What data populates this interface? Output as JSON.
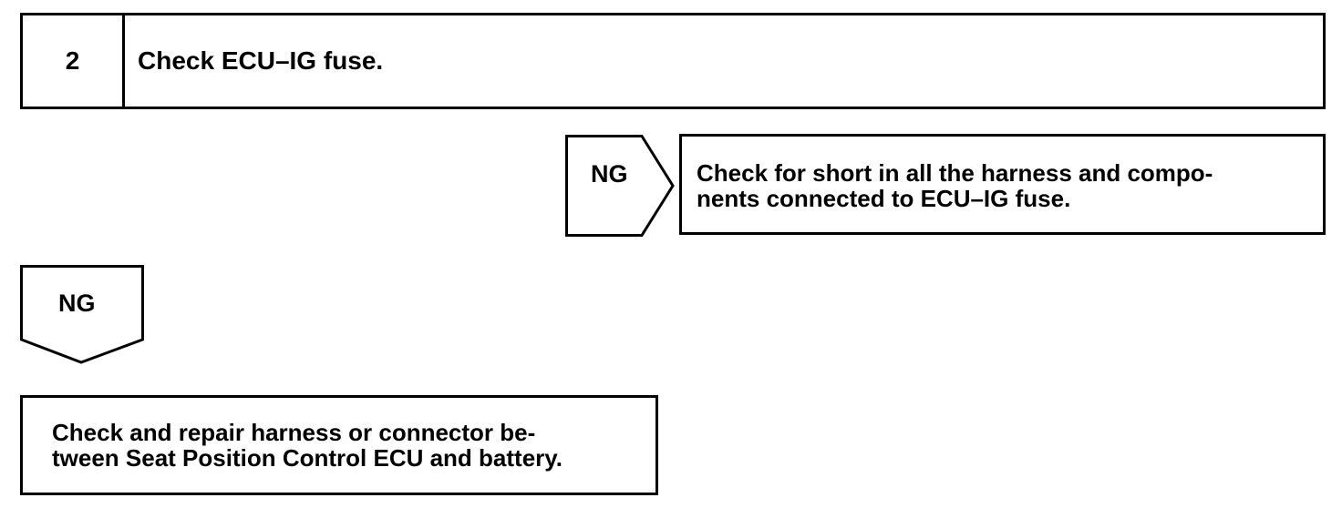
{
  "step": {
    "number": "2",
    "title": "Check ECU–IG fuse."
  },
  "branch_right": {
    "label": "NG",
    "result_lines": [
      "Check for short in all the harness and compo-",
      "nents connected to ECU–IG fuse."
    ]
  },
  "branch_down": {
    "label": "NG",
    "result_lines": [
      "Check and repair harness or connector be-",
      "tween Seat Position Control ECU and battery."
    ]
  }
}
